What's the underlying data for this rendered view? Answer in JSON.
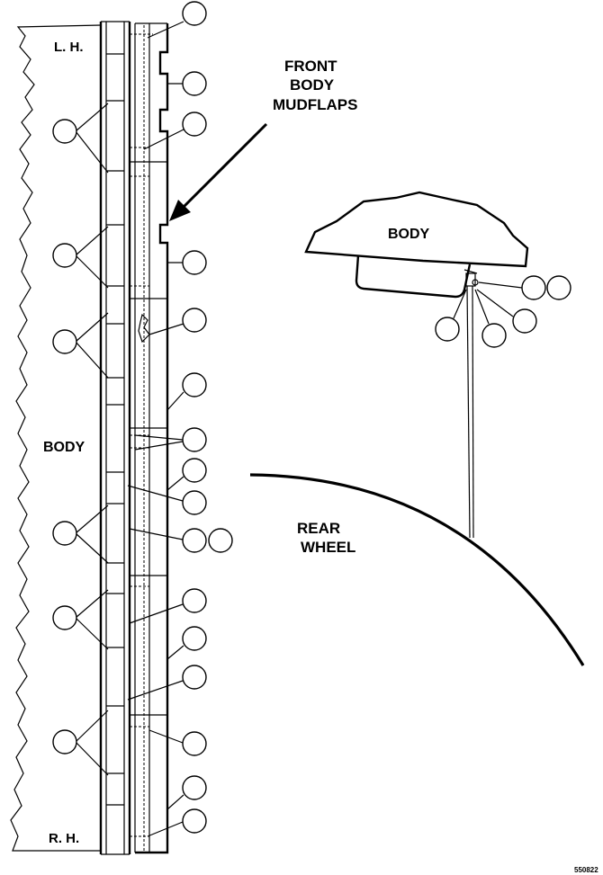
{
  "labels": {
    "lh": "L. H.",
    "rh": "R. H.",
    "body_left": "BODY",
    "front_line1": "FRONT",
    "front_line2": "BODY",
    "front_line3": "MUDFLAPS",
    "body_right": "BODY",
    "rear_line1": "REAR",
    "rear_line2": "WHEEL",
    "figure_number": "550822"
  }
}
